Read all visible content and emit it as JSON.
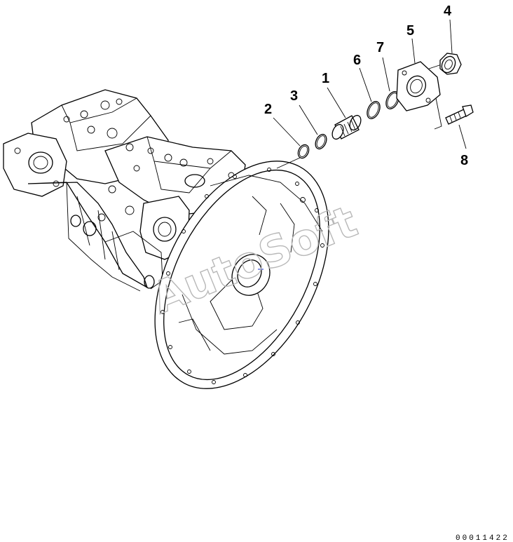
{
  "callouts": [
    {
      "id": "1",
      "label": "1"
    },
    {
      "id": "2",
      "label": "2"
    },
    {
      "id": "3",
      "label": "3"
    },
    {
      "id": "4",
      "label": "4"
    },
    {
      "id": "5",
      "label": "5"
    },
    {
      "id": "6",
      "label": "6"
    },
    {
      "id": "7",
      "label": "7"
    },
    {
      "id": "8",
      "label": "8"
    }
  ],
  "watermark": "AutoSoft",
  "document_number": "00011422"
}
